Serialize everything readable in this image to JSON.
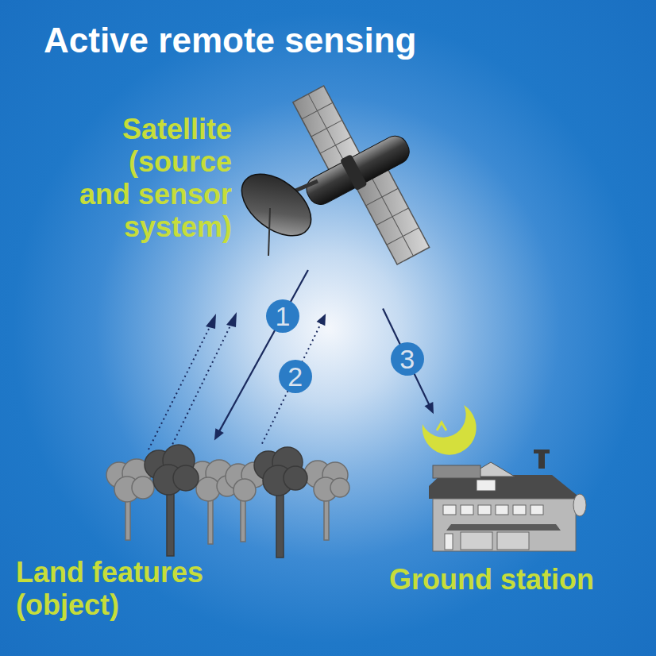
{
  "diagram": {
    "title": "Active remote sensing",
    "nodes": [
      {
        "text": [
          "Satellite (source and sensor system)"
        ]
      },
      {
        "text": [
          "Land features (object)"
        ]
      },
      {
        "text": [
          "Ground station"
        ]
      }
    ],
    "edges": [
      {
        "from": 0,
        "to": 1,
        "arrow": "to",
        "label": "1"
      },
      {
        "from": 1,
        "to": 0,
        "arrow": "to",
        "label": "2"
      },
      {
        "from": 0,
        "to": 2,
        "arrow": "to",
        "label": "3"
      }
    ]
  }
}
